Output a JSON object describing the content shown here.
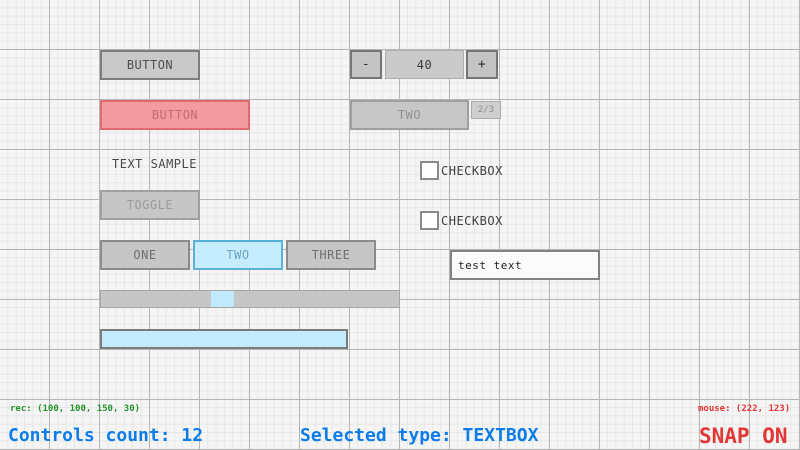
{
  "colors": {
    "canvas_bg": "#f5f5f5",
    "grid_minor": "#e7e7e7",
    "grid_major": "#b6b6b6",
    "control_base_gray": "#c9c9c9",
    "control_border_gray": "#7d7d7d",
    "selected_red_border": "#e2696e",
    "selected_red_fill": "#f19a9f",
    "focused_blue_border": "#5bb2d9",
    "focused_blue_fill": "#c5edfe",
    "slider_knob_blue": "#c0eafc",
    "status_green": "#23932c",
    "status_blue": "#0b7ce8",
    "status_red": "#e23737"
  },
  "controls": {
    "button": {
      "label": "BUTTON"
    },
    "selected_button": {
      "label": "BUTTON"
    },
    "text_label": {
      "text": "TEXT SAMPLE"
    },
    "toggle": {
      "label": "TOGGLE"
    },
    "toggle_group": {
      "items": [
        "ONE",
        "TWO",
        "THREE"
      ],
      "selected": "TWO"
    },
    "spinner": {
      "minus_label": "-",
      "value": "40",
      "plus_label": "+"
    },
    "combo_box": {
      "selected_label": "TWO",
      "counter": "2/3"
    },
    "checkbox_a": {
      "label": "CHECKBOX",
      "checked": false
    },
    "checkbox_b": {
      "label": "CHECKBOX",
      "checked": false
    },
    "textbox": {
      "value": "test text"
    }
  },
  "status_bar": {
    "rec": "rec: (100, 100, 150, 30)",
    "controls_count": "Controls count: 12",
    "selected_type": "Selected type: TEXTBOX",
    "mouse": "mouse: (222, 123)",
    "snap": "SNAP ON"
  }
}
